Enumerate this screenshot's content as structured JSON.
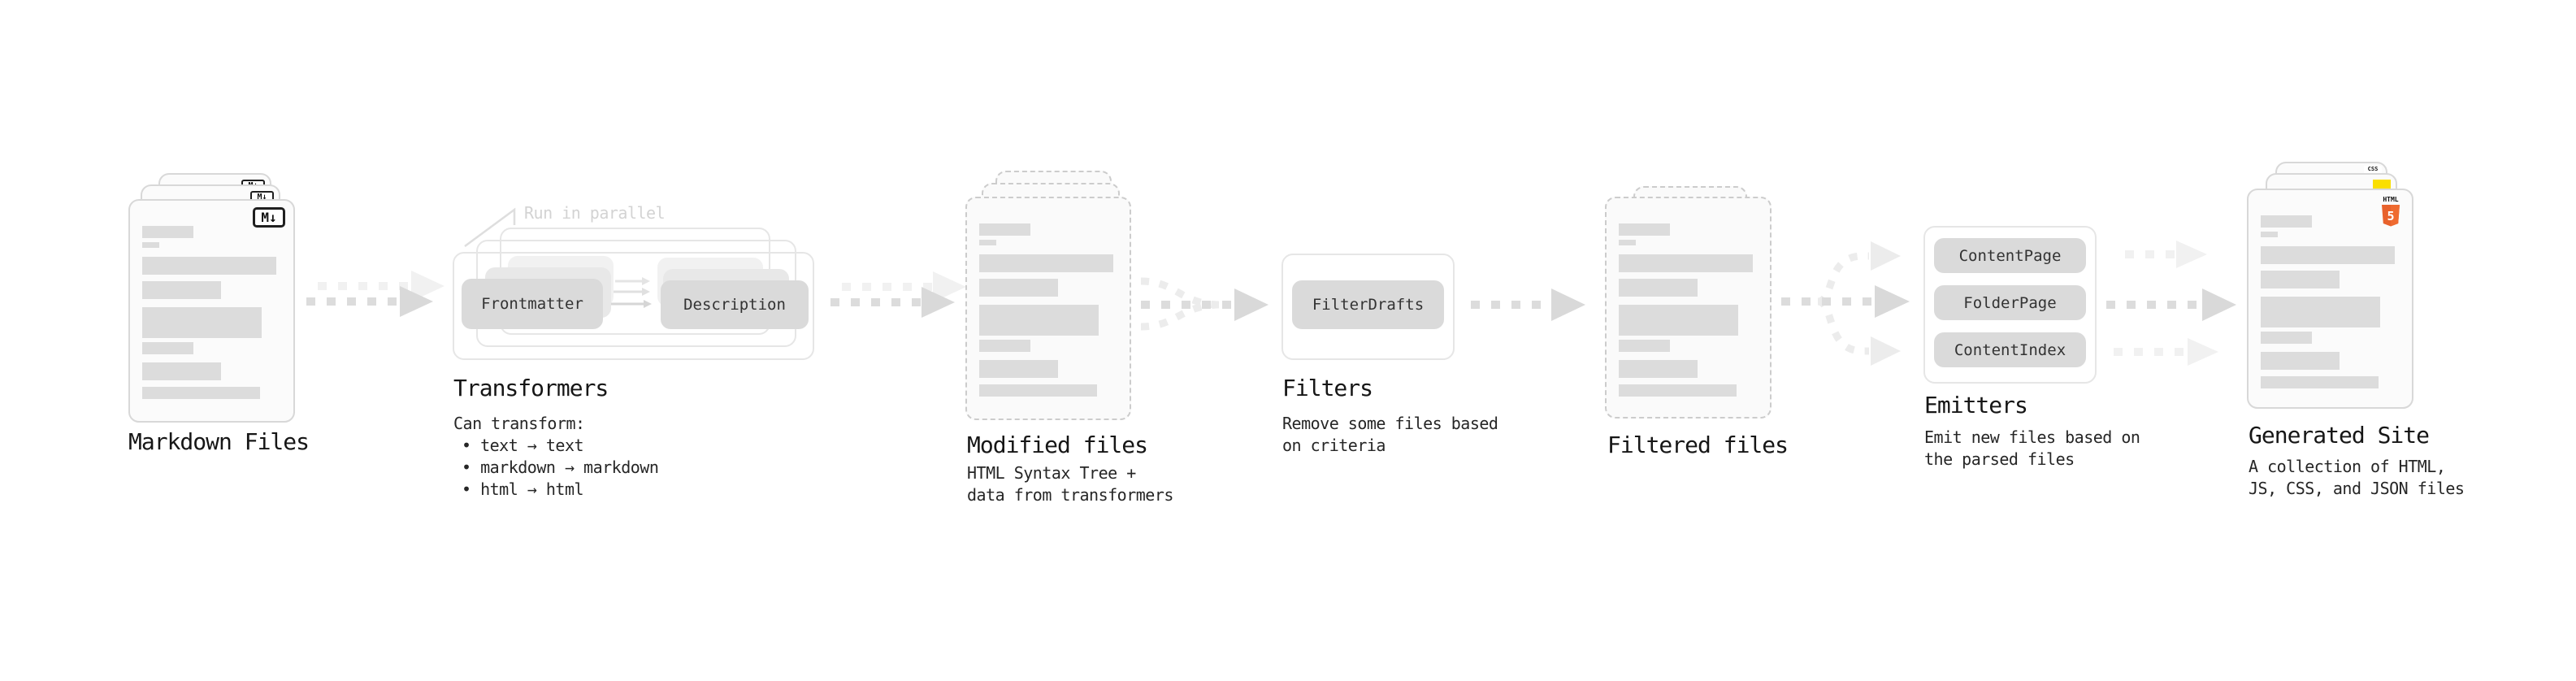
{
  "stages": {
    "markdown": {
      "title": "Markdown Files",
      "badge": "M↓"
    },
    "transformers": {
      "title": "Transformers",
      "note": "Run in parallel",
      "button_a": "Frontmatter",
      "button_b": "Description",
      "sub": {
        "l1": "Can transform:",
        "l2": "• text → text",
        "l3": "• markdown → markdown",
        "l4": "• html → html"
      }
    },
    "modified": {
      "title": "Modified files",
      "sub": {
        "l1": "HTML Syntax Tree +",
        "l2": "data from transformers"
      }
    },
    "filters": {
      "title": "Filters",
      "button": "FilterDrafts",
      "sub": {
        "l1": "Remove some files based",
        "l2": "on criteria"
      }
    },
    "filtered": {
      "title": "Filtered files"
    },
    "emitters": {
      "title": "Emitters",
      "button_a": "ContentPage",
      "button_b": "FolderPage",
      "button_c": "ContentIndex",
      "sub": {
        "l1": "Emit new files based on",
        "l2": "the parsed files"
      }
    },
    "generated": {
      "title": "Generated Site",
      "sub": {
        "l1": "A collection of HTML,",
        "l2": "JS, CSS, and JSON files"
      },
      "badges": {
        "css": "CSS",
        "html_top": "HTML",
        "html_num": "5"
      }
    }
  },
  "colors": {
    "html5_orange": "#e8622c",
    "js_yellow": "#fadf00",
    "css_blue": "#3b6ef6"
  }
}
